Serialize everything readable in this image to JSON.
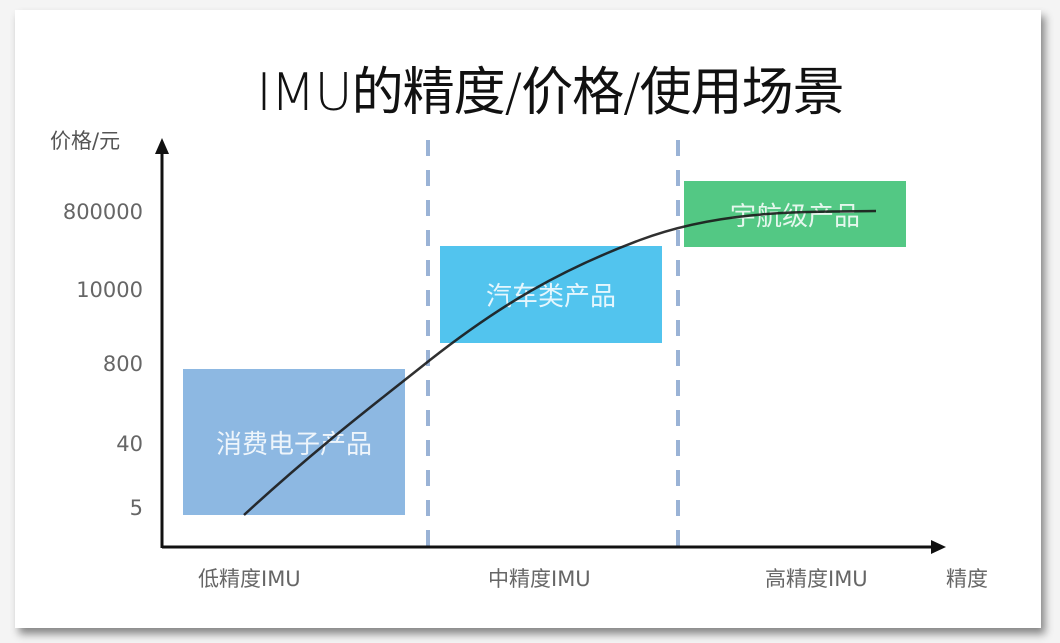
{
  "title": "IMU的精度/价格/使用场景",
  "y_axis": {
    "label": "价格/元",
    "ticks": [
      "800000",
      "10000",
      "800",
      "40",
      "5"
    ]
  },
  "x_axis": {
    "label": "精度",
    "ticks": [
      "低精度IMU",
      "中精度IMU",
      "高精度IMU"
    ]
  },
  "boxes": [
    {
      "label": "消费电子产品",
      "color": "#8db8e2"
    },
    {
      "label": "汽车类产品",
      "color": "#52c4ee"
    },
    {
      "label": "宇航级产品",
      "color": "#53c884"
    }
  ],
  "colors": {
    "axis": "#111111",
    "divider": "#9ab3d6",
    "curve": "#1a1a1a"
  },
  "chart_data": {
    "type": "diagram",
    "title": "IMU的精度/价格/使用场景",
    "xlabel": "精度",
    "ylabel": "价格/元",
    "y_ticks": [
      5,
      40,
      800,
      10000,
      800000
    ],
    "x_categories": [
      "低精度IMU",
      "中精度IMU",
      "高精度IMU"
    ],
    "regions": [
      {
        "category": "低精度IMU",
        "label": "消费电子产品",
        "price_range": [
          5,
          800
        ]
      },
      {
        "category": "中精度IMU",
        "label": "汽车类产品",
        "price_range": [
          800,
          10000
        ]
      },
      {
        "category": "高精度IMU",
        "label": "宇航级产品",
        "price_range": [
          10000,
          800000
        ]
      }
    ],
    "curve": "monotonic increasing S-curve from ~5 (low precision) to ~800000 (high precision)"
  }
}
